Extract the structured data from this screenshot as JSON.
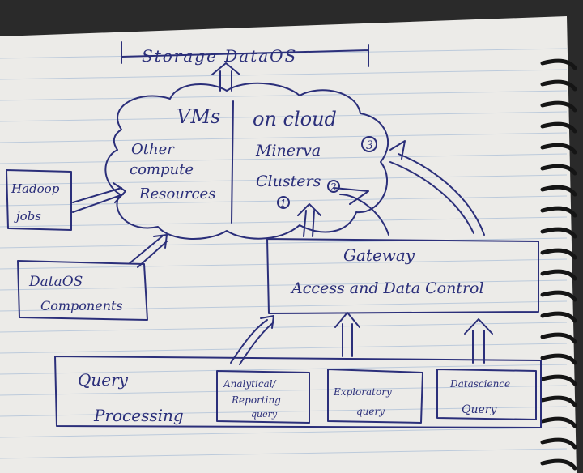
{
  "diagram": {
    "storage": "Storage DataOS",
    "cloud": {
      "title_left": "VMs",
      "title_right": "on cloud",
      "left_lines": [
        "Other",
        "compute",
        "Resources"
      ],
      "right_lines": [
        "Minerva",
        "Clusters"
      ],
      "markers": [
        "1",
        "2",
        "3"
      ]
    },
    "hadoop": [
      "Hadoop",
      "jobs"
    ],
    "dataos_components": [
      "DataOS",
      "Components"
    ],
    "gateway": [
      "Gateway",
      "Access and Data Control"
    ],
    "bottom": {
      "query_processing": [
        "Query",
        "Processing"
      ],
      "analytical": [
        "Analytical/",
        "Reporting",
        "query"
      ],
      "exploratory": [
        "Exploratory",
        "query"
      ],
      "datascience": [
        "Datascience",
        "Query"
      ]
    }
  },
  "colors": {
    "ink": "#2b2f7a",
    "paper": "#efefed",
    "rule": "#b8c6d8",
    "spiral": "#1a1a1a"
  }
}
